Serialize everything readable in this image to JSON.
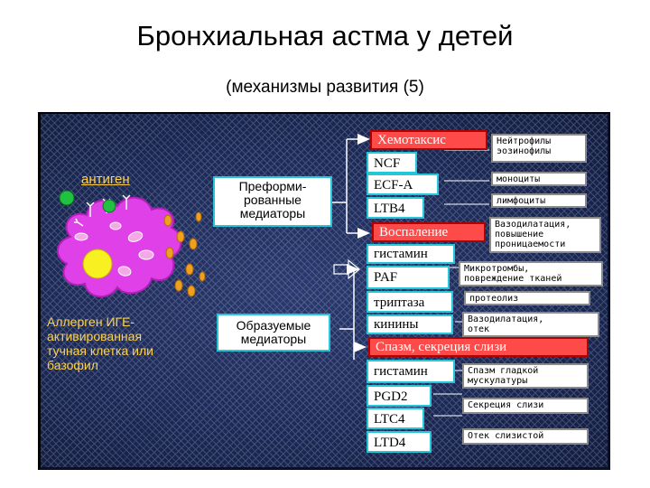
{
  "title": "Бронхиальная астма у детей",
  "subtitle": "(механизмы развития (5)",
  "left": {
    "antigen": "антиген",
    "cell_caption": [
      "Аллерген ИГЕ-",
      "активированная",
      "тучная клетка или",
      "базофил"
    ]
  },
  "mediator_groups": {
    "preformed": [
      "Преформи-",
      "рованные",
      "медиаторы"
    ],
    "formed": [
      "Образуемые",
      "медиаторы"
    ]
  },
  "mediators": {
    "chemotaxis_header": "Хемотаксис",
    "ncf": "NCF",
    "ecfa": "ECF-A",
    "ltb4": "LTB4",
    "inflammation_header": "Воспаление",
    "histamine1": "гистамин",
    "paf": "PAF",
    "tryptase": "триптаза",
    "kinins": "кинины",
    "spasm_header": "Спазм, секреция слизи",
    "histamine2": "гистамин",
    "pgd2": "PGD2",
    "ltc4": "LTC4",
    "ltd4": "LTD4"
  },
  "effects": {
    "neutrophils": [
      "Нейтрофилы",
      "эозинофилы"
    ],
    "monocytes": "моноциты",
    "lymphocytes": "лимфоциты",
    "vasodilation": [
      "Вазодилатация,",
      "повышение",
      "проницаемости"
    ],
    "microthrombi": [
      "Микротромбы,",
      "повреждение тканей"
    ],
    "proteolysis": "протеолиз",
    "vasodilation_edema": [
      "Вазодилатация,",
      "отек"
    ],
    "smooth_muscle": [
      "Спазм гладкой",
      "мускулатуры"
    ],
    "mucus": "Секреция слизи",
    "mucosa_edema": "Отек слизистой"
  },
  "colors": {
    "background": "#1c2a58",
    "mediator_border": "#26c6d8",
    "header_red": "#ff4a4a",
    "cell_body": "#e040e8",
    "granule": "#f0a020",
    "antigen_label": "#ffd24a"
  }
}
